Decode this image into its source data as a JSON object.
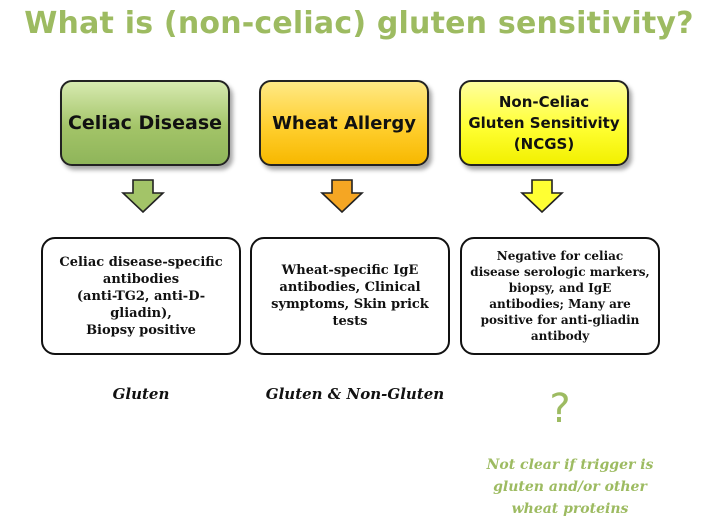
{
  "title": "What is (non-celiac) gluten sensitivity?",
  "colors": {
    "title": "#9dbb61",
    "celiac": "#a3c468",
    "allergy": "#ffcf2e",
    "ncgs": "#ffff33",
    "arrow_allergy": "#f5a623"
  },
  "columns": [
    {
      "header_lines": [
        "Celiac Disease"
      ],
      "box_lines": [
        "Celiac disease-specific",
        "antibodies",
        "(anti-TG2, anti-D-",
        "gliadin),",
        "Biopsy positive"
      ],
      "trigger": "Gluten"
    },
    {
      "header_lines": [
        "Wheat Allergy"
      ],
      "box_lines": [
        "Wheat-specific IgE",
        "antibodies, Clinical",
        "symptoms, Skin prick",
        "tests"
      ],
      "trigger": "Gluten & Non-Gluten"
    },
    {
      "header_lines": [
        "Non-Celiac",
        "Gluten Sensitivity",
        "(NCGS)"
      ],
      "box_lines": [
        "Negative for celiac",
        "disease serologic markers,",
        "biopsy, and IgE",
        "antibodies; Many are",
        "positive for anti-gliadin",
        "antibody"
      ],
      "question_mark": "?",
      "note_lines": [
        "Not clear if trigger is",
        "gluten and/or other",
        "wheat proteins"
      ]
    }
  ]
}
